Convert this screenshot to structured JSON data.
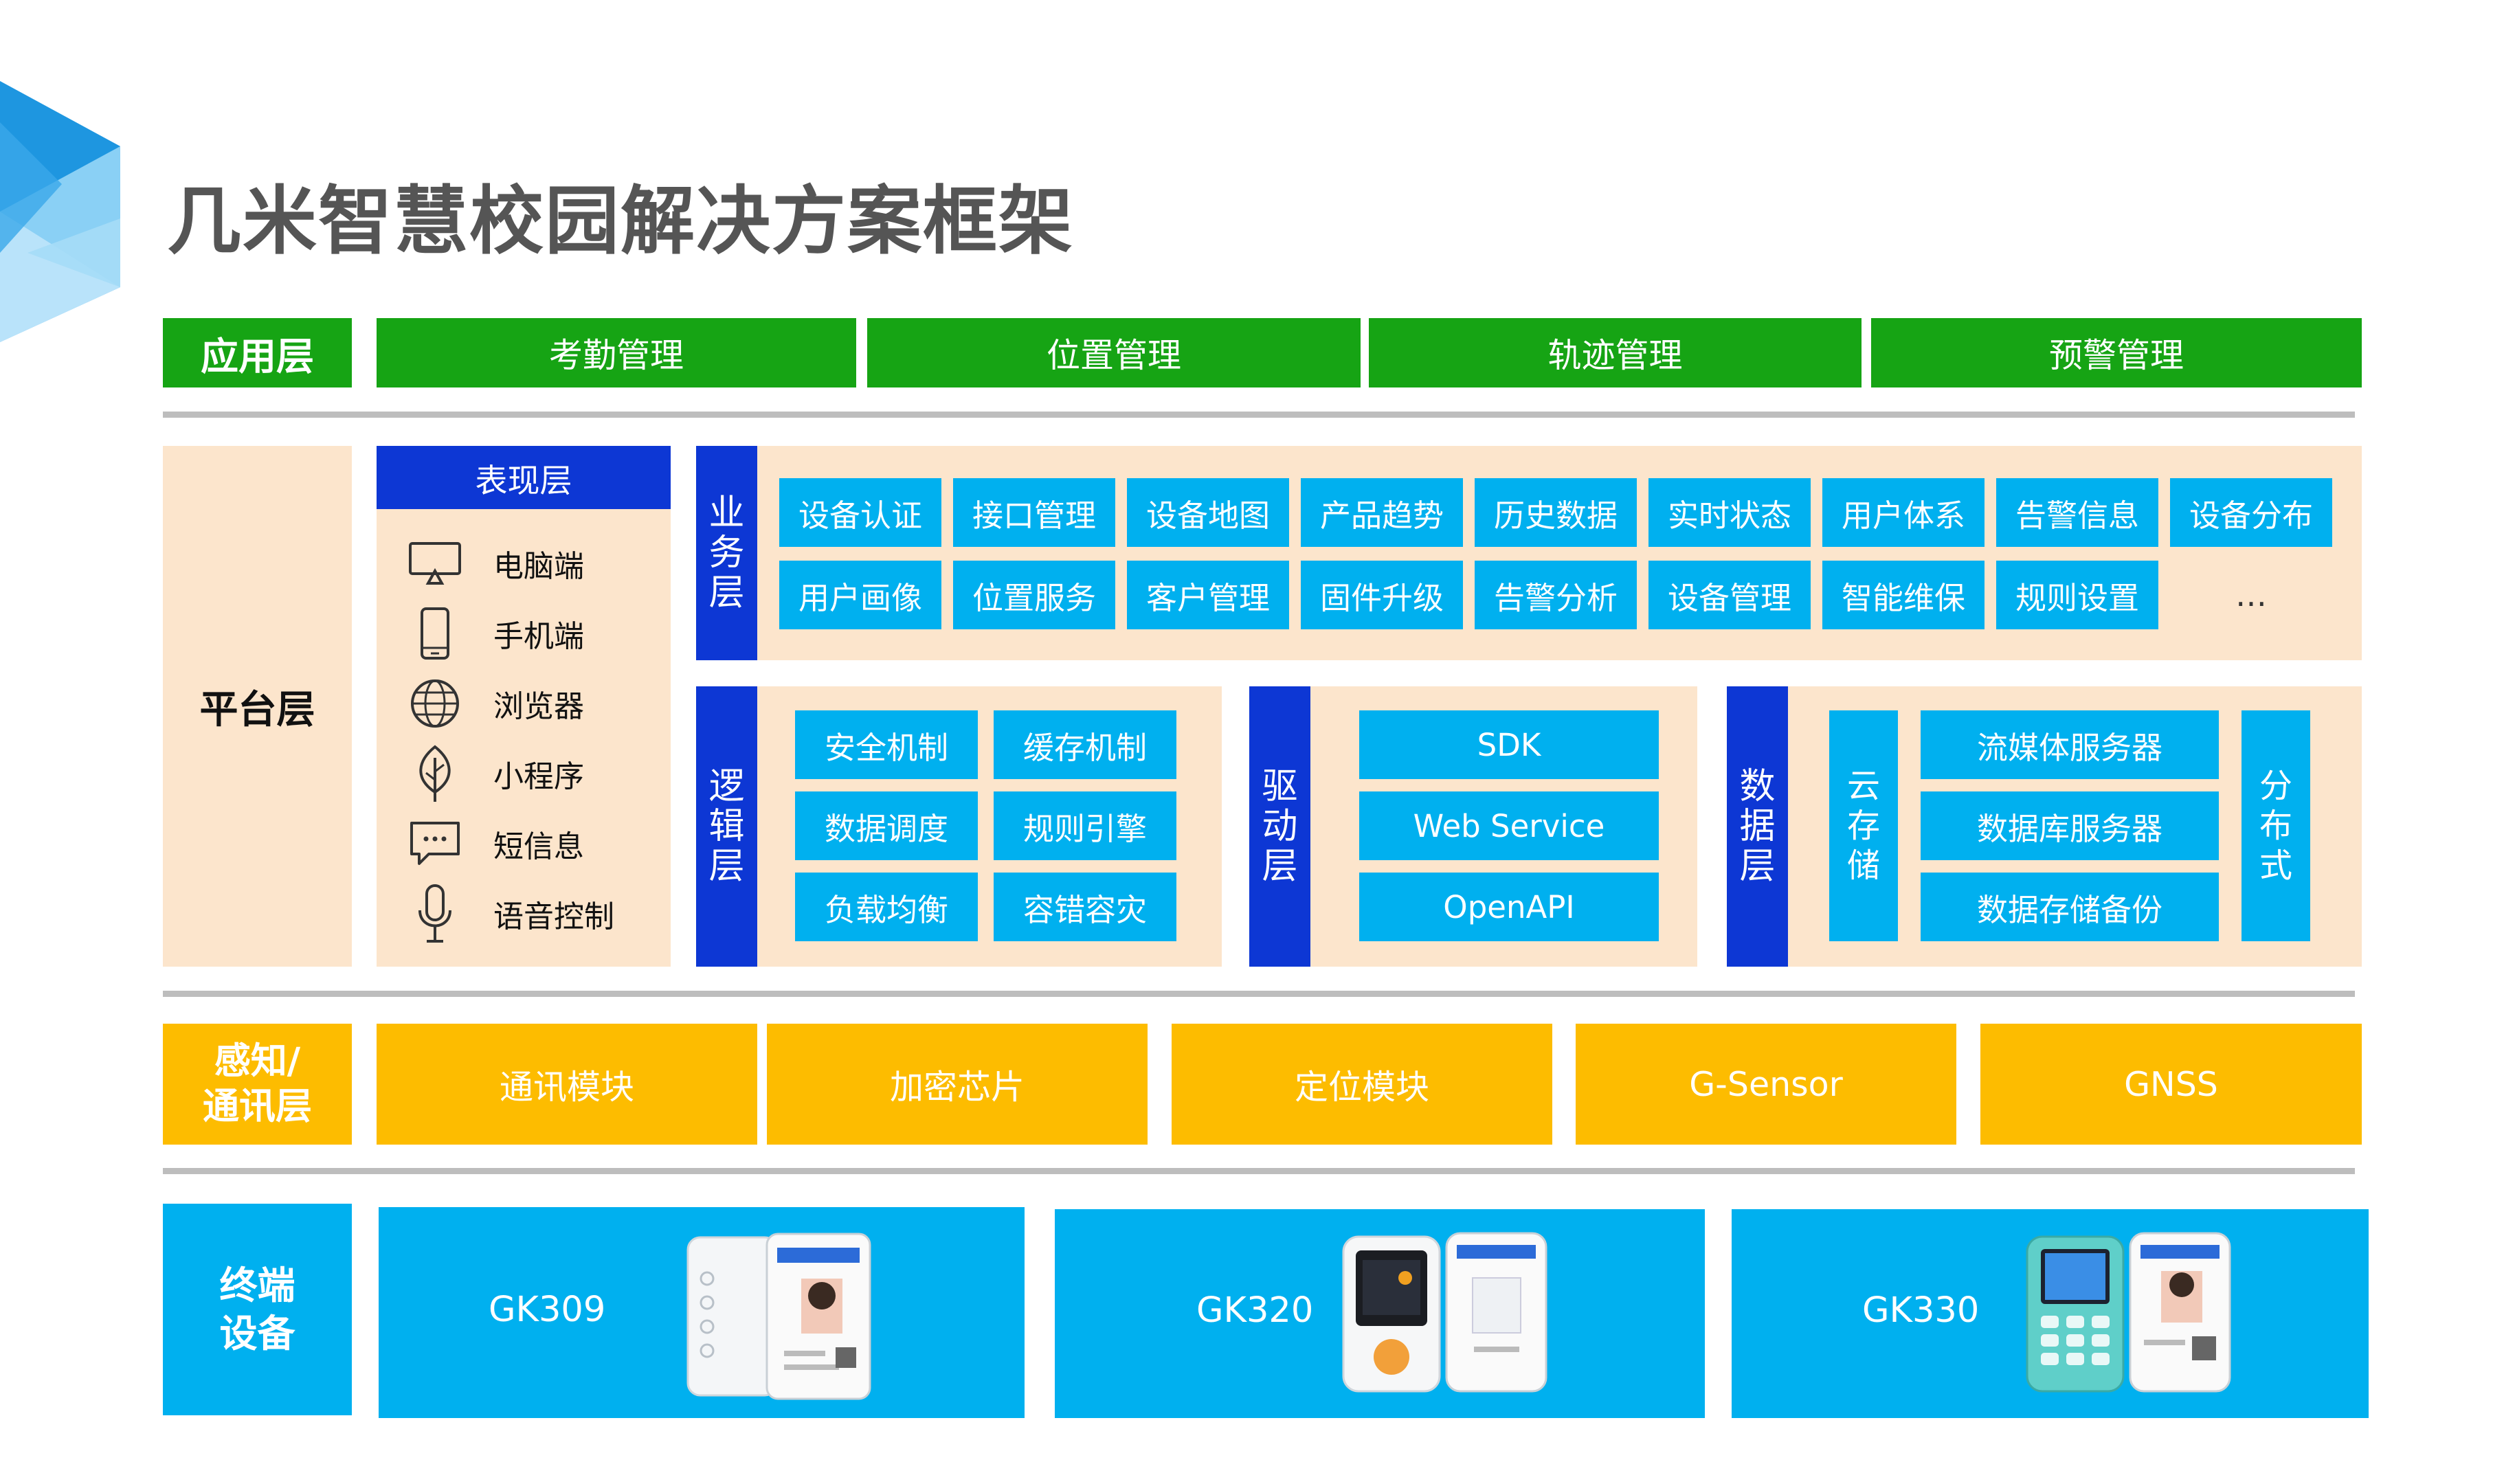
{
  "title": "几米智慧校园解决方案框架",
  "colors": {
    "green": "#16a414",
    "navy": "#0d37d4",
    "cyan": "#00b0ef",
    "yellow": "#fdbc00",
    "peach": "#fce5cc",
    "gray_divider": "#bdbdbd"
  },
  "app_layer": {
    "label": "应用层",
    "items": [
      "考勤管理",
      "位置管理",
      "轨迹管理",
      "预警管理"
    ]
  },
  "platform_layer": {
    "label": "平台层",
    "presentation": {
      "title": "表现层",
      "items": [
        {
          "label": "电脑端",
          "icon": "monitor-icon"
        },
        {
          "label": "手机端",
          "icon": "phone-icon"
        },
        {
          "label": "浏览器",
          "icon": "globe-icon"
        },
        {
          "label": "小程序",
          "icon": "leaf-icon"
        },
        {
          "label": "短信息",
          "icon": "message-icon"
        },
        {
          "label": "语音控制",
          "icon": "microphone-icon"
        }
      ]
    },
    "business": {
      "label": [
        "业",
        "务",
        "层"
      ],
      "row1": [
        "设备认证",
        "接口管理",
        "设备地图",
        "产品趋势",
        "历史数据",
        "实时状态",
        "用户体系",
        "告警信息",
        "设备分布"
      ],
      "row2": [
        "用户画像",
        "位置服务",
        "客户管理",
        "固件升级",
        "告警分析",
        "设备管理",
        "智能维保",
        "规则设置"
      ],
      "more": "…"
    },
    "logic": {
      "label": [
        "逻",
        "辑",
        "层"
      ],
      "items": [
        "安全机制",
        "缓存机制",
        "数据调度",
        "规则引擎",
        "负载均衡",
        "容错容灾"
      ]
    },
    "driver": {
      "label": [
        "驱",
        "动",
        "层"
      ],
      "items": [
        "SDK",
        "Web Service",
        "OpenAPI"
      ]
    },
    "data": {
      "label": [
        "数",
        "据",
        "层"
      ],
      "cloud": [
        "云",
        "存",
        "储"
      ],
      "items": [
        "流媒体服务器",
        "数据库服务器",
        "数据存储备份"
      ],
      "distributed": [
        "分",
        "布",
        "式"
      ]
    }
  },
  "sense_layer": {
    "label": [
      "感知/",
      "通讯层"
    ],
    "items": [
      "通讯模块",
      "加密芯片",
      "定位模块",
      "G-Sensor",
      "GNSS"
    ]
  },
  "terminal_layer": {
    "label": [
      "终端",
      "设备"
    ],
    "devices": [
      "GK309",
      "GK320",
      "GK330"
    ]
  }
}
